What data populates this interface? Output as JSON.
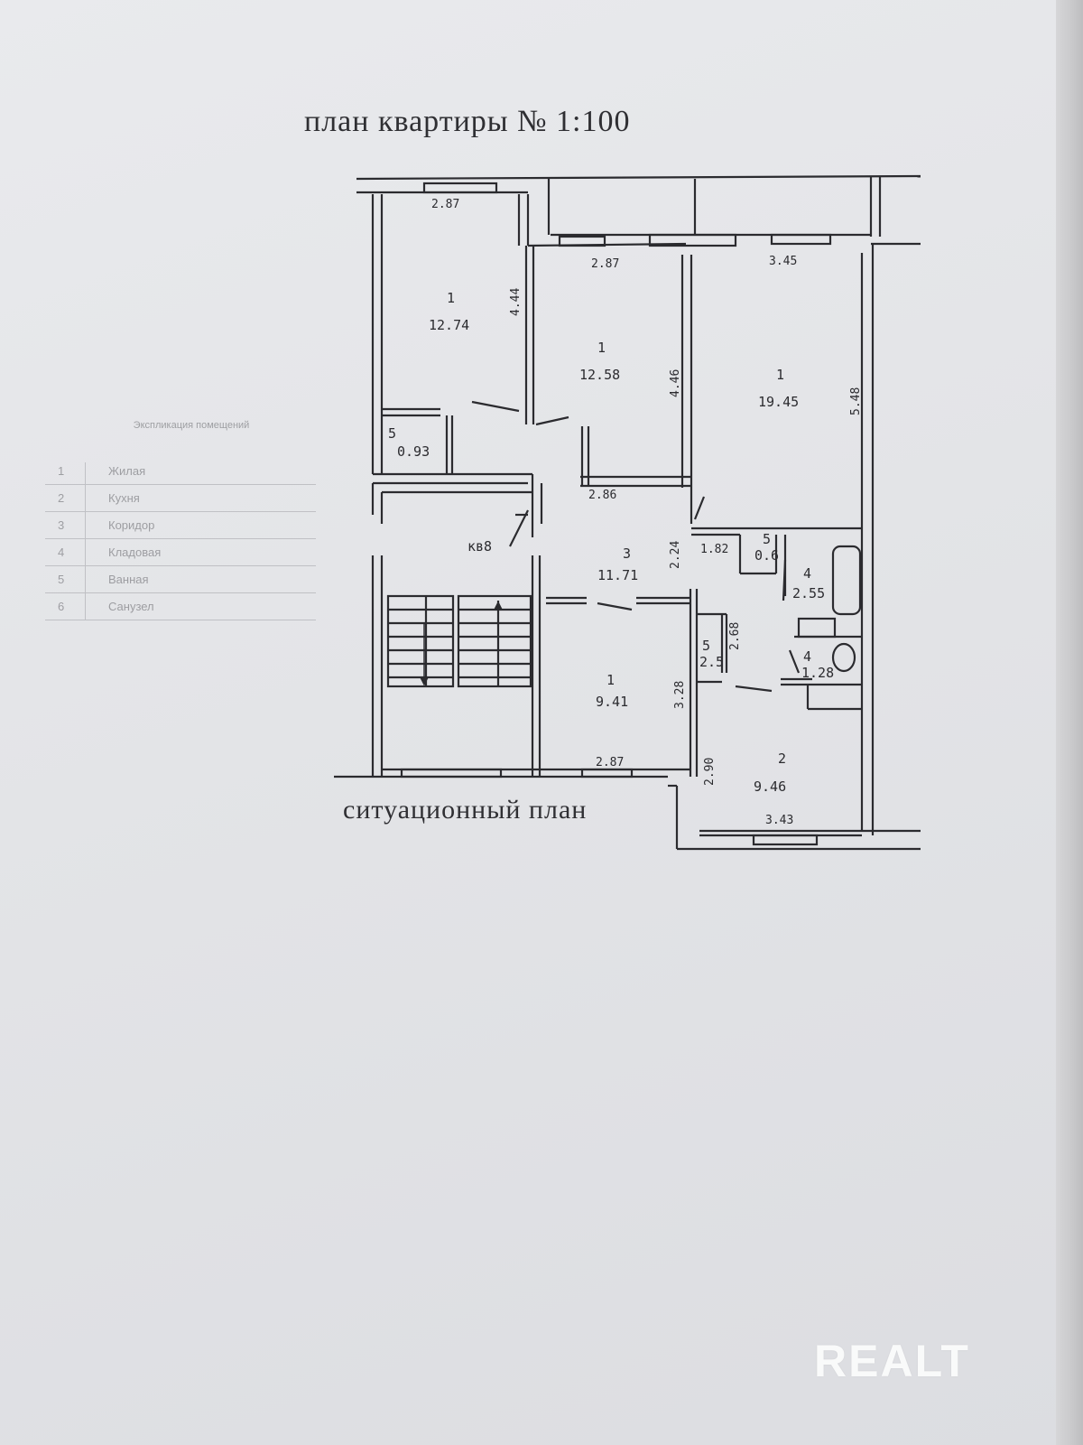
{
  "document": {
    "title": "план квартиры № 1:100",
    "subtitle": "ситуационный план"
  },
  "rooms": [
    {
      "num": "1",
      "area": "12.74"
    },
    {
      "num": "1",
      "area": "12.58"
    },
    {
      "num": "1",
      "area": "19.45"
    },
    {
      "num": "5",
      "area": "0.93"
    },
    {
      "num": "3",
      "area": "11.71"
    },
    {
      "num": "5",
      "area": "0.6"
    },
    {
      "num": "4",
      "area": "2.55"
    },
    {
      "num": "5",
      "area": "2.5"
    },
    {
      "num": "4",
      "area": "1.28"
    },
    {
      "num": "1",
      "area": "9.41"
    },
    {
      "num": "2",
      "area": "9.46"
    }
  ],
  "dimensions": [
    "2.87",
    "4.44",
    "2.87",
    "4.46",
    "3.45",
    "5.48",
    "2.86",
    "2.24",
    "1.82",
    "2.68",
    "3.28",
    "2.87",
    "2.90",
    "3.43"
  ],
  "stair_label": "кв8",
  "legend": {
    "header": "Экспликация помещений",
    "rows": [
      {
        "num": "1",
        "name": "Жилая"
      },
      {
        "num": "2",
        "name": "Кухня"
      },
      {
        "num": "3",
        "name": "Коридор"
      },
      {
        "num": "4",
        "name": "Кладовая"
      },
      {
        "num": "5",
        "name": "Ванная"
      },
      {
        "num": "6",
        "name": "Санузел"
      }
    ]
  },
  "watermark": "REALT",
  "colors": {
    "paper": "#e4e5e8",
    "ink": "#2b2b2f"
  }
}
